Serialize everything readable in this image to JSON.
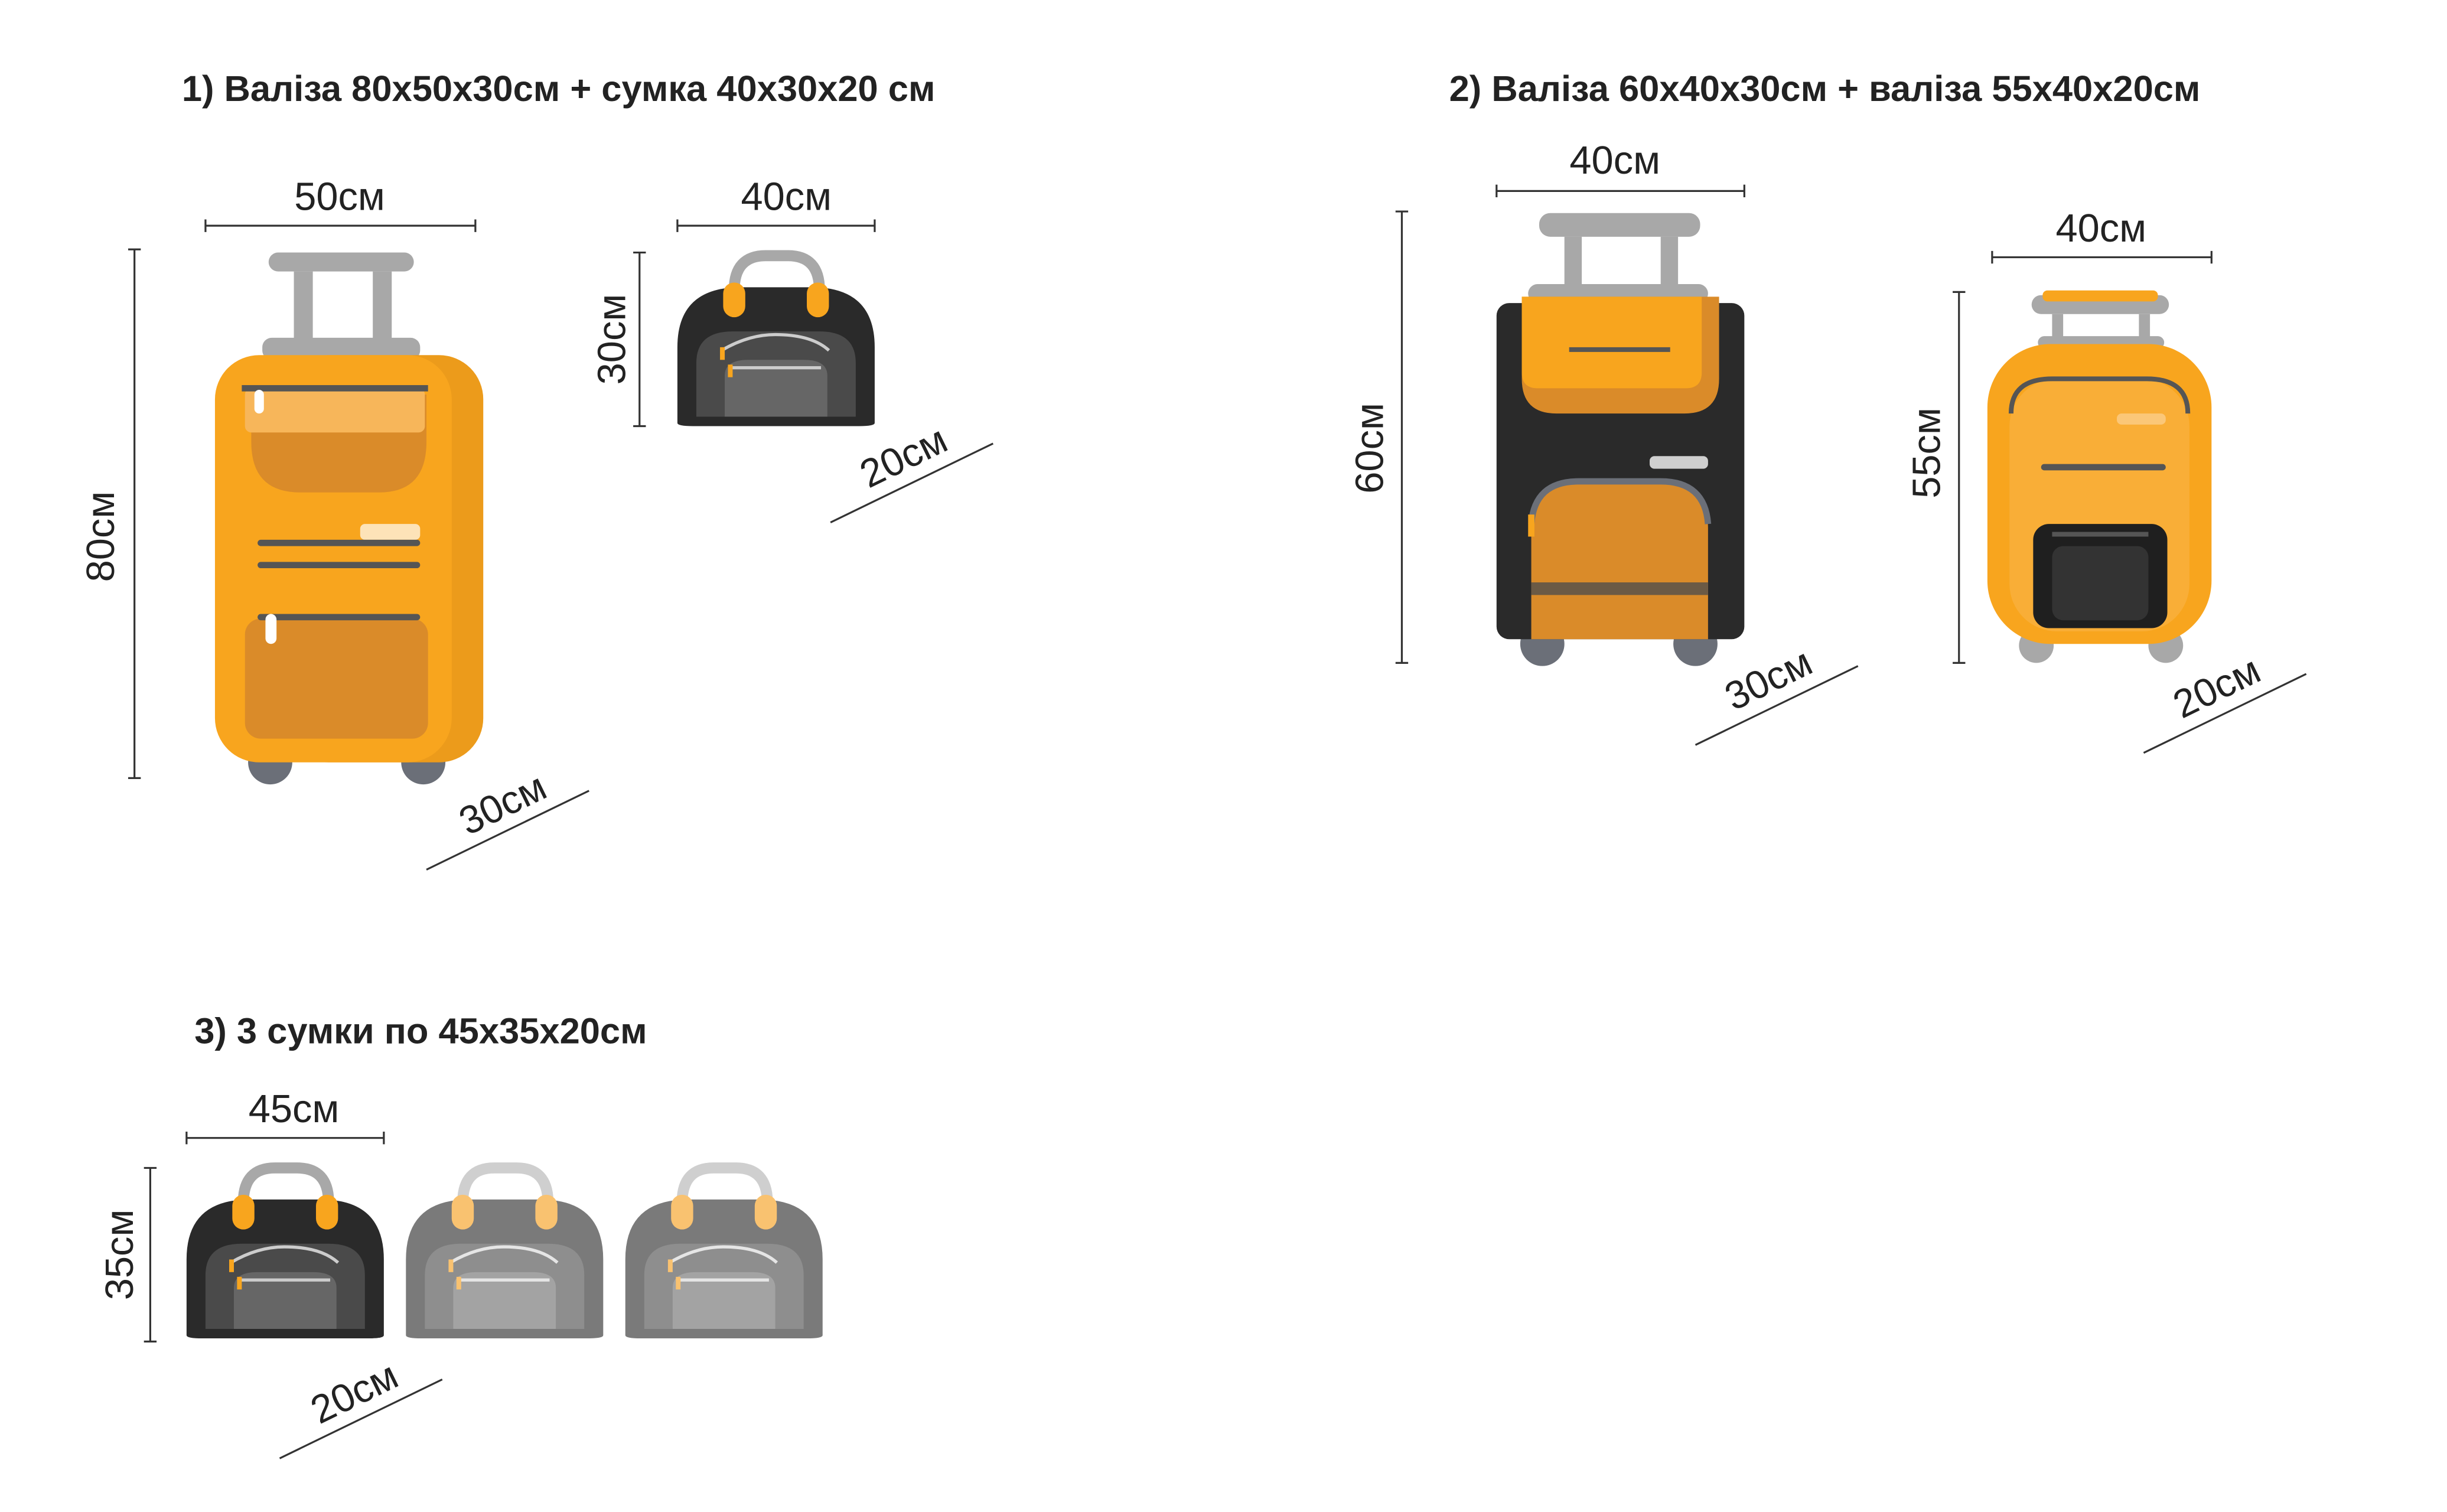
{
  "sections": [
    {
      "title": "1) Валіза 80х50х30см  + сумка 40х30х20 см",
      "items": [
        {
          "name": "suitcase",
          "width": "50см",
          "height": "80см",
          "depth": "30см"
        },
        {
          "name": "bag",
          "width": "40см",
          "height": "30см",
          "depth": "20см"
        }
      ]
    },
    {
      "title": "2) Валіза 60х40х30см   + валіза 55х40х20см",
      "items": [
        {
          "name": "suitcase",
          "width": "40см",
          "height": "60см",
          "depth": "30см"
        },
        {
          "name": "suitcase",
          "width": "40см",
          "height": "55см",
          "depth": "20см"
        }
      ]
    },
    {
      "title": "3) 3 сумки по 45х35х20см",
      "items": [
        {
          "name": "bag",
          "width": "45см",
          "height": "35см",
          "depth": "20см"
        }
      ]
    }
  ],
  "colors": {
    "orange": "#F8A51E",
    "dark_orange": "#DA8B29",
    "dark": "#2A2A2A",
    "gray": "#7A7A7A"
  }
}
